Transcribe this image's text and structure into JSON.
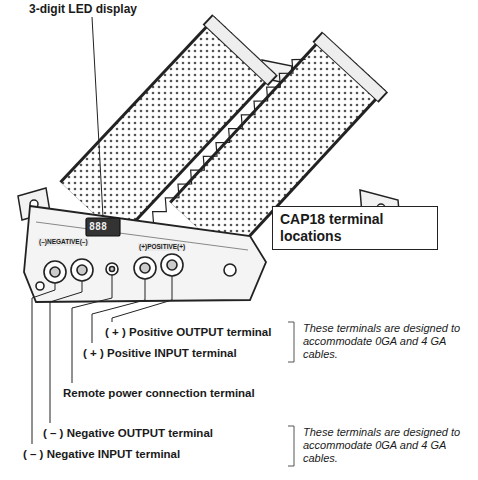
{
  "diagram": {
    "nodes": [
      {
        "text": [
          "CAP18 terminal locations"
        ]
      }
    ],
    "edges": [],
    "labels": [
      "3-digit LED display",
      "(–)NEGATIVE(–)",
      "(+)POSITIVE(+)",
      "888",
      "( + ) Positive OUTPUT terminal",
      "( + ) Positive INPUT terminal",
      "These terminals are designed to accommodate 0GA and 4 GA cables.",
      "Remote power connection terminal",
      "( – ) Negative OUTPUT terminal",
      "( – ) Negative INPUT terminal",
      "These terminals are designed to accommodate 0GA and 4 GA cables."
    ]
  }
}
